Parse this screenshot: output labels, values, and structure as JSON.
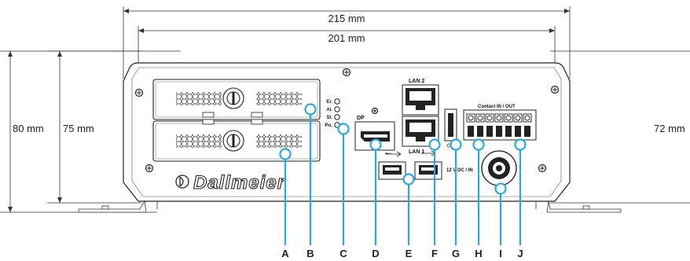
{
  "dimensions": {
    "width_outer": "215 mm",
    "width_inner": "201 mm",
    "height_outer": "80 mm",
    "height_inner": "75 mm",
    "depth_right": "72 mm"
  },
  "brand": "Dallmeier",
  "panel_labels": {
    "lan2": "LAN 2",
    "lan1": "LAN 1",
    "dp": "DP",
    "contact": "Contact  IN / OUT",
    "power": "12 V DC / IN",
    "led_er": "Er.",
    "led_al": "Al.",
    "led_st": "St.",
    "led_po": "Po."
  },
  "callouts": [
    "A",
    "B",
    "C",
    "D",
    "E",
    "F",
    "G",
    "H",
    "I",
    "J"
  ],
  "colors": {
    "accent": "#29a9e0",
    "line": "#222222"
  }
}
